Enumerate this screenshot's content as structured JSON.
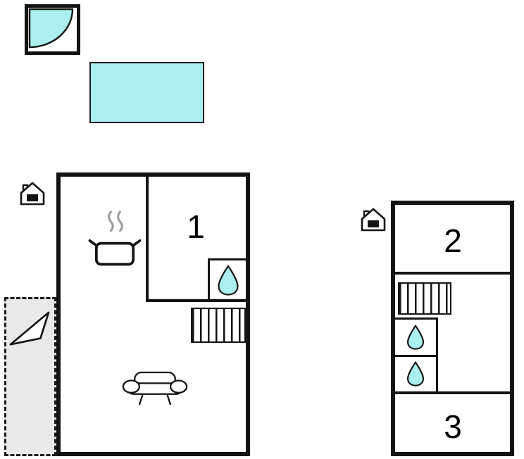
{
  "colors": {
    "water": "#abeff0",
    "wall": "#141414",
    "steam": "#9b9b9b",
    "terrace": "#e9e9e9"
  },
  "floorplan": {
    "main_building": {
      "room1_label": "1",
      "features": [
        "entrance-icon",
        "stove-icon",
        "water-drop-icon",
        "stairs-icon",
        "sofa-icon",
        "terrace-arrow-icon"
      ]
    },
    "annex_building": {
      "room2_label": "2",
      "room3_label": "3",
      "features": [
        "entrance-icon",
        "stairs-icon",
        "water-drop-icon",
        "water-drop-icon"
      ]
    },
    "outdoor": {
      "features": [
        "corner-bath-icon",
        "pool"
      ]
    }
  }
}
